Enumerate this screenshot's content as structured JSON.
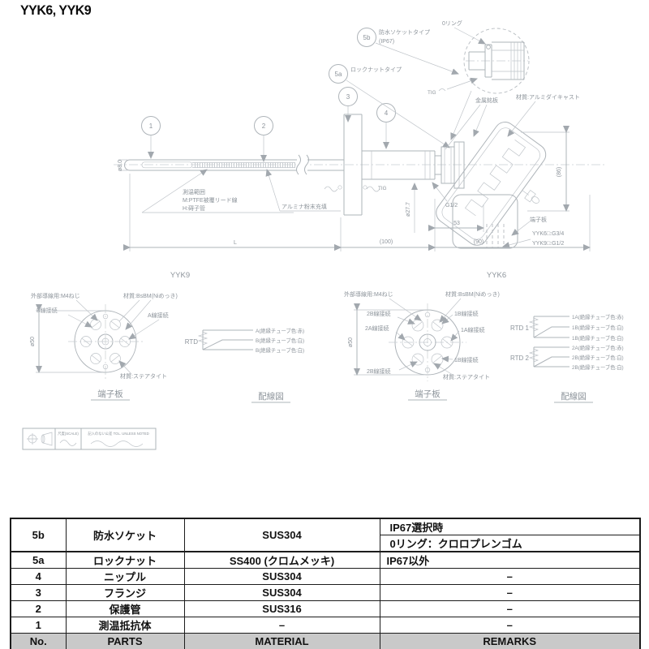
{
  "page": {
    "title": "YYK6, YYK9"
  },
  "drawing": {
    "balloons": {
      "b1": "1",
      "b2": "2",
      "b3": "3",
      "b4": "4",
      "b5a": "5a",
      "b5b": "5b"
    },
    "detail": {
      "oring": "0リング",
      "socket_type": "防水ソケットタイプ",
      "socket_type_sub": "(IP67)",
      "locknut_type": "ロックナットタイプ",
      "tig_detail": "TIG",
      "tig_flange": "TIG"
    },
    "head": {
      "nameplate": "金属銘板",
      "material": "材質:アルミダイキャスト",
      "terminal_plate": "端子板",
      "conduit_yyk6": "YYK6□:G3/4",
      "conduit_yyk9": "YYK9□:G1/2",
      "thread": "G1/2"
    },
    "dims": {
      "tip_dia": "ø8.0",
      "length": "L",
      "d100": "(100)",
      "d90": "(90)",
      "d53": "53",
      "d86": "(86)",
      "nipple_dia": "ø27.7"
    },
    "probe": {
      "note1": "測温範囲",
      "note2": "M:PTFE被覆リード線",
      "note3": "H:碍子管",
      "alumina": "アルミナ粉末充填"
    },
    "yyk9": {
      "title": "YYK9",
      "ext_screw": "外部導線用:M4ねじ",
      "b_conn": "B線接続",
      "a_conn": "A線接続",
      "mat_bsbm": "材質:BsBM(Niめっき)",
      "mat_steatite": "材質:ステアタイト",
      "dia50": "ø50",
      "terminal_board": "端子板",
      "rtd": "RTD",
      "wire_a": "A(絶縁チューブ色:赤)",
      "wire_b1": "B(絶縁チューブ色:白)",
      "wire_b2": "B(絶縁チューブ色:白)",
      "wiring_title": "配線図"
    },
    "yyk6": {
      "title": "YYK6",
      "ext_screw": "外部導線用:M4ねじ",
      "conn_2b_top": "2B線接続",
      "conn_2a": "2A線接続",
      "conn_1b_top": "1B線接続",
      "conn_1a": "1A線接続",
      "conn_1b_bot": "1B線接続",
      "conn_2b_bot": "2B線接続",
      "mat_bsbm": "材質:BsBM(Niめっき)",
      "mat_steatite": "材質:ステアタイト",
      "dia50": "ø50",
      "terminal_board": "端子板",
      "rtd1": "RTD 1",
      "rtd2": "RTD 2",
      "wire_1a": "1A(絶縁チューブ色:赤)",
      "wire_1b1": "1B(絶縁チューブ色:白)",
      "wire_1b2": "1B(絶縁チューブ色:白)",
      "wire_2a": "2A(絶縁チューブ色:赤)",
      "wire_2b1": "2B(絶縁チューブ色:白)",
      "wire_2b2": "2B(絶縁チューブ色:白)",
      "wiring_title": "配線図"
    },
    "stamp": {
      "scale": "尺度(SCALE)",
      "tolerance": "記入のない公差 TOL. UNLESS NOTED"
    }
  },
  "table": {
    "headers": {
      "no": "No.",
      "parts": "PARTS",
      "material": "MATERIAL",
      "remarks": "REMARKS"
    },
    "rows": [
      {
        "no": "5b",
        "parts": "防水ソケット",
        "material": "SUS304",
        "remarks1": "IP67選択時",
        "remarks2": "0リング：クロロプレンゴム"
      },
      {
        "no": "5a",
        "parts": "ロックナット",
        "material": "SS400 (クロムメッキ)",
        "remarks": "IP67以外"
      },
      {
        "no": "4",
        "parts": "ニップル",
        "material": "SUS304",
        "remarks": "–"
      },
      {
        "no": "3",
        "parts": "フランジ",
        "material": "SUS304",
        "remarks": "–"
      },
      {
        "no": "2",
        "parts": "保護管",
        "material": "SUS316",
        "remarks": "–"
      },
      {
        "no": "1",
        "parts": "測温抵抗体",
        "material": "–",
        "remarks": "–"
      }
    ]
  }
}
